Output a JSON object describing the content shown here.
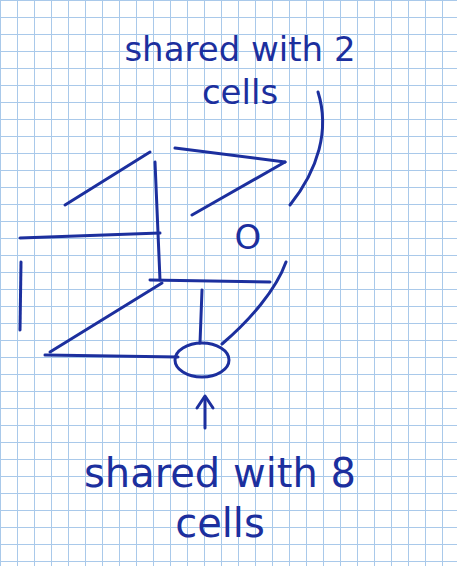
{
  "diagram": {
    "labels": [
      "shared with 2 cells",
      "O",
      "shared with 8 cells"
    ]
  }
}
